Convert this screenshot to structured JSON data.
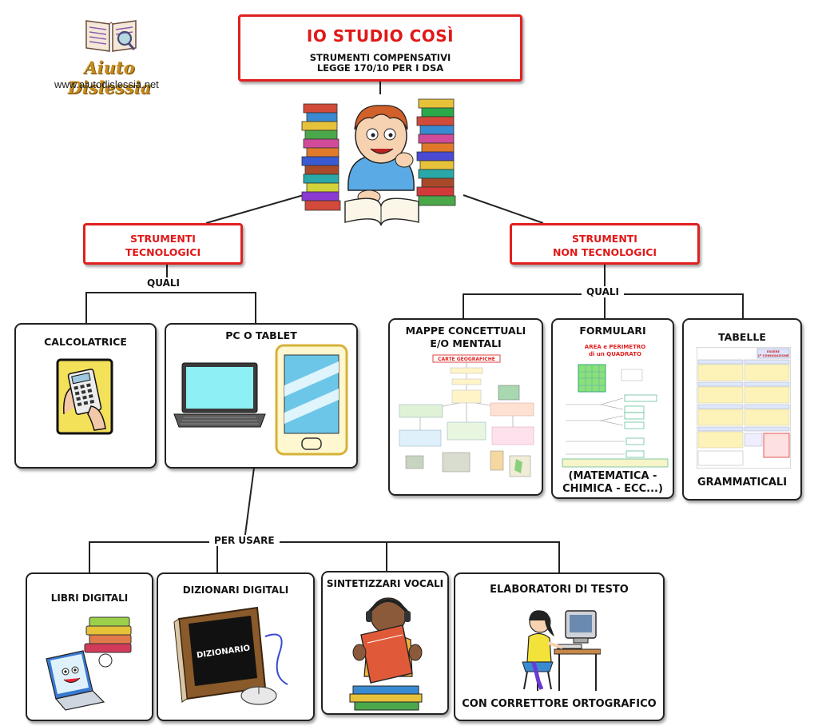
{
  "logo": {
    "name": "Aiuto Dislessia",
    "url": "www.aiutodislessia.net"
  },
  "header": {
    "title": "IO STUDIO COSÌ",
    "subtitle_line1": "STRUMENTI COMPENSATIVI",
    "subtitle_line2": "LEGGE 170/10 PER I DSA"
  },
  "branches": {
    "tech": {
      "line1": "STRUMENTI",
      "line2": "TECNOLOGICI"
    },
    "nontech": {
      "line1": "STRUMENTI",
      "line2": "NON TECNOLOGICI"
    }
  },
  "connectors": {
    "quali_left": "QUALI",
    "quali_right": "QUALI",
    "per_usare": "PER USARE"
  },
  "tech_items": {
    "calc": "CALCOLATRICE",
    "pc": "PC O TABLET"
  },
  "nontech_items": {
    "mappe_line1": "MAPPE CONCETTUALI",
    "mappe_line2": "E/O MENTALI",
    "mappe_img_title": "CARTE GEOGRAFICHE",
    "formulari": "FORMULARI",
    "formulari_note_line1": "(MATEMATICA -",
    "formulari_note_line2": "CHIMICA - ECC...)",
    "formula_title_line1": "AREA e PERIMETRO",
    "formula_title_line2": "di un QUADRATO",
    "tabelle": "TABELLE",
    "tabelle_note": "GRAMMATICALI",
    "table_header_line1": "ESSERE",
    "table_header_line2": "1ª CONIUGAZIONE"
  },
  "usage_items": {
    "libri": "LIBRI DIGITALI",
    "dizionari": "DIZIONARI DIGITALI",
    "dizionario_label": "DIZIONARIO",
    "sintetizzatori": "SINTETIZZARI VOCALI",
    "elaboratori": "ELABORATORI DI TESTO",
    "elaboratori_note": "CON CORRETTORE ORTOGRAFICO"
  }
}
